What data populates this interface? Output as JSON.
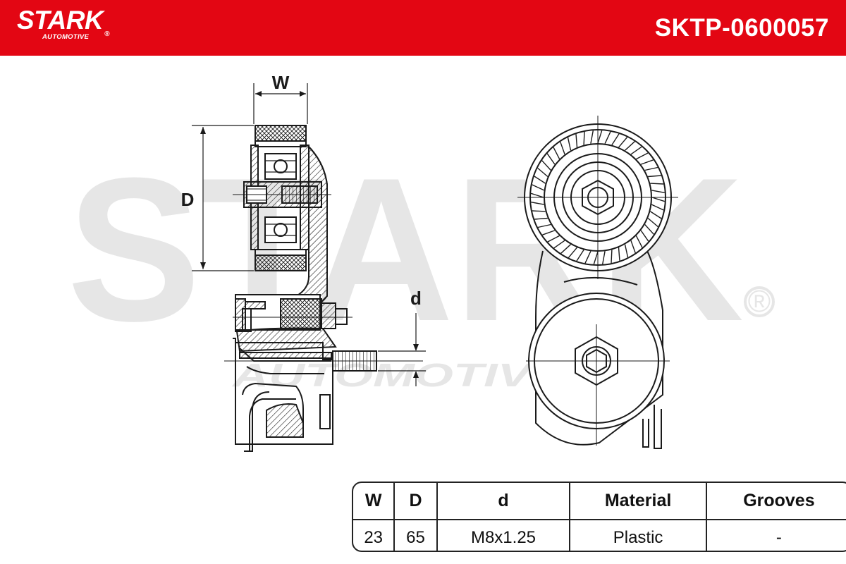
{
  "brand": {
    "name": "STARK",
    "sub": "AUTOMOTIVE",
    "reg": "®"
  },
  "part_number": "SKTP-0600057",
  "watermark": {
    "main": "STARK",
    "sub": "AUTOMOTIVE",
    "reg": "®"
  },
  "dimension_labels": {
    "width": "W",
    "diameter": "D",
    "thread": "d"
  },
  "colors": {
    "brand_red": "#e30613",
    "line": "#1a1a1a",
    "watermark": "#e6e6e6"
  },
  "spec_table": {
    "headers": [
      "W",
      "D",
      "d",
      "Material",
      "Grooves"
    ],
    "values": [
      "23",
      "65",
      "M8x1.25",
      "Plastic",
      "-"
    ]
  }
}
